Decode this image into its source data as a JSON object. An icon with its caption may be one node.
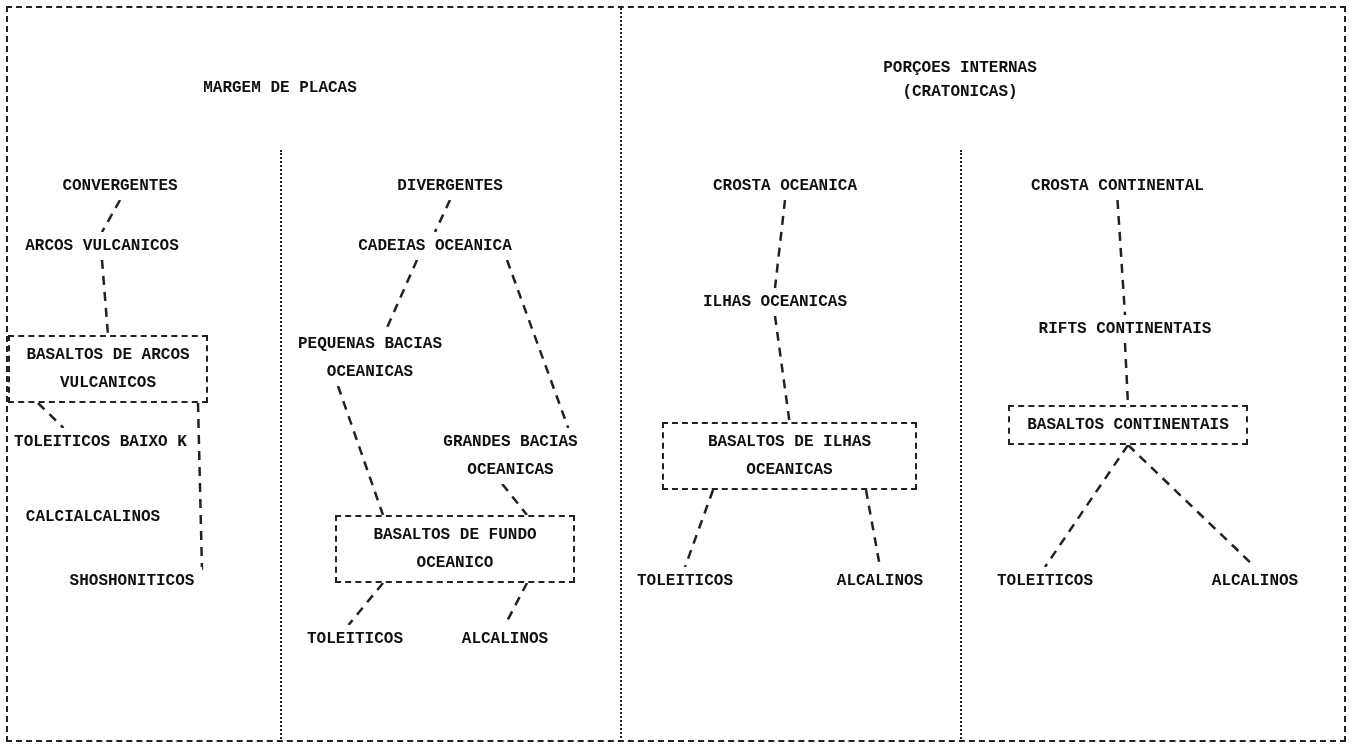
{
  "diagram": {
    "nodes": [
      {
        "text": [
          "CONVERGENTES"
        ]
      },
      {
        "text": [
          "ARCOS VULCANICOS"
        ]
      },
      {
        "text": [
          "BASALTOS DE ARCOS VULCANICOS"
        ]
      },
      {
        "text": [
          "TOLEITICOS BAIXO K"
        ]
      },
      {
        "text": [
          "SHOSHONITICOS"
        ]
      },
      {
        "text": [
          "DIVERGENTES"
        ]
      },
      {
        "text": [
          "CADEIAS OCEANICA"
        ]
      },
      {
        "text": [
          "PEQUENAS BACIAS OCEANICAS"
        ]
      },
      {
        "text": [
          "GRANDES BACIAS OCEANICAS"
        ]
      },
      {
        "text": [
          "BASALTOS DE FUNDO OCEANICO"
        ]
      },
      {
        "text": [
          "TOLEITICOS"
        ]
      },
      {
        "text": [
          "ALCALINOS"
        ]
      },
      {
        "text": [
          "CROSTA OCEANICA"
        ]
      },
      {
        "text": [
          "ILHAS OCEANICAS"
        ]
      },
      {
        "text": [
          "BASALTOS DE ILHAS OCEANICAS"
        ]
      },
      {
        "text": [
          "TOLEITICOS"
        ]
      },
      {
        "text": [
          "ALCALINOS"
        ]
      },
      {
        "text": [
          "CROSTA CONTINENTAL"
        ]
      },
      {
        "text": [
          "RIFTS CONTINENTAIS"
        ]
      },
      {
        "text": [
          "BASALTOS CONTINENTAIS"
        ]
      },
      {
        "text": [
          "TOLEITICOS"
        ]
      },
      {
        "text": [
          "ALCALINOS"
        ]
      }
    ],
    "edges": [
      {
        "from": 0,
        "to": 1,
        "arrow": "none"
      },
      {
        "from": 1,
        "to": 2,
        "arrow": "none"
      },
      {
        "from": 2,
        "to": 3,
        "arrow": "none"
      },
      {
        "from": 2,
        "to": 4,
        "arrow": "none"
      },
      {
        "from": 5,
        "to": 6,
        "arrow": "none"
      },
      {
        "from": 6,
        "to": 7,
        "arrow": "none"
      },
      {
        "from": 6,
        "to": 8,
        "arrow": "none"
      },
      {
        "from": 7,
        "to": 9,
        "arrow": "none"
      },
      {
        "from": 8,
        "to": 9,
        "arrow": "none"
      },
      {
        "from": 9,
        "to": 10,
        "arrow": "none"
      },
      {
        "from": 9,
        "to": 11,
        "arrow": "none"
      },
      {
        "from": 12,
        "to": 13,
        "arrow": "none"
      },
      {
        "from": 13,
        "to": 14,
        "arrow": "none"
      },
      {
        "from": 14,
        "to": 15,
        "arrow": "none"
      },
      {
        "from": 14,
        "to": 16,
        "arrow": "none"
      },
      {
        "from": 17,
        "to": 18,
        "arrow": "none"
      },
      {
        "from": 18,
        "to": 19,
        "arrow": "none"
      },
      {
        "from": 19,
        "to": 20,
        "arrow": "none"
      },
      {
        "from": 19,
        "to": 21,
        "arrow": "none"
      }
    ],
    "labels": [
      "MARGEM DE PLACAS",
      "PORÇOES INTERNAS (CRATONICAS)",
      "CALCIALCALINOS"
    ]
  }
}
